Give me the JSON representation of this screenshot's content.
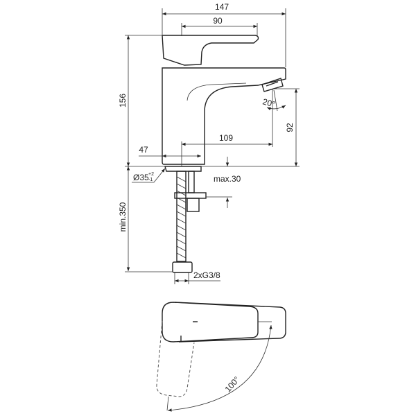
{
  "dimensions": {
    "overall_width": "147",
    "lever_width": "90",
    "height": "156",
    "spout_height": "92",
    "spout_reach": "109",
    "body_depth": "47",
    "hole_diameter": "Ø35",
    "hole_tolerance_upper": "+2",
    "hole_tolerance_lower": "-1",
    "max_deck_thickness": "max.30",
    "min_hose_length": "min.350",
    "connection": "2xG3/8",
    "aerator_angle": "20°",
    "lever_rotation": "100°"
  }
}
